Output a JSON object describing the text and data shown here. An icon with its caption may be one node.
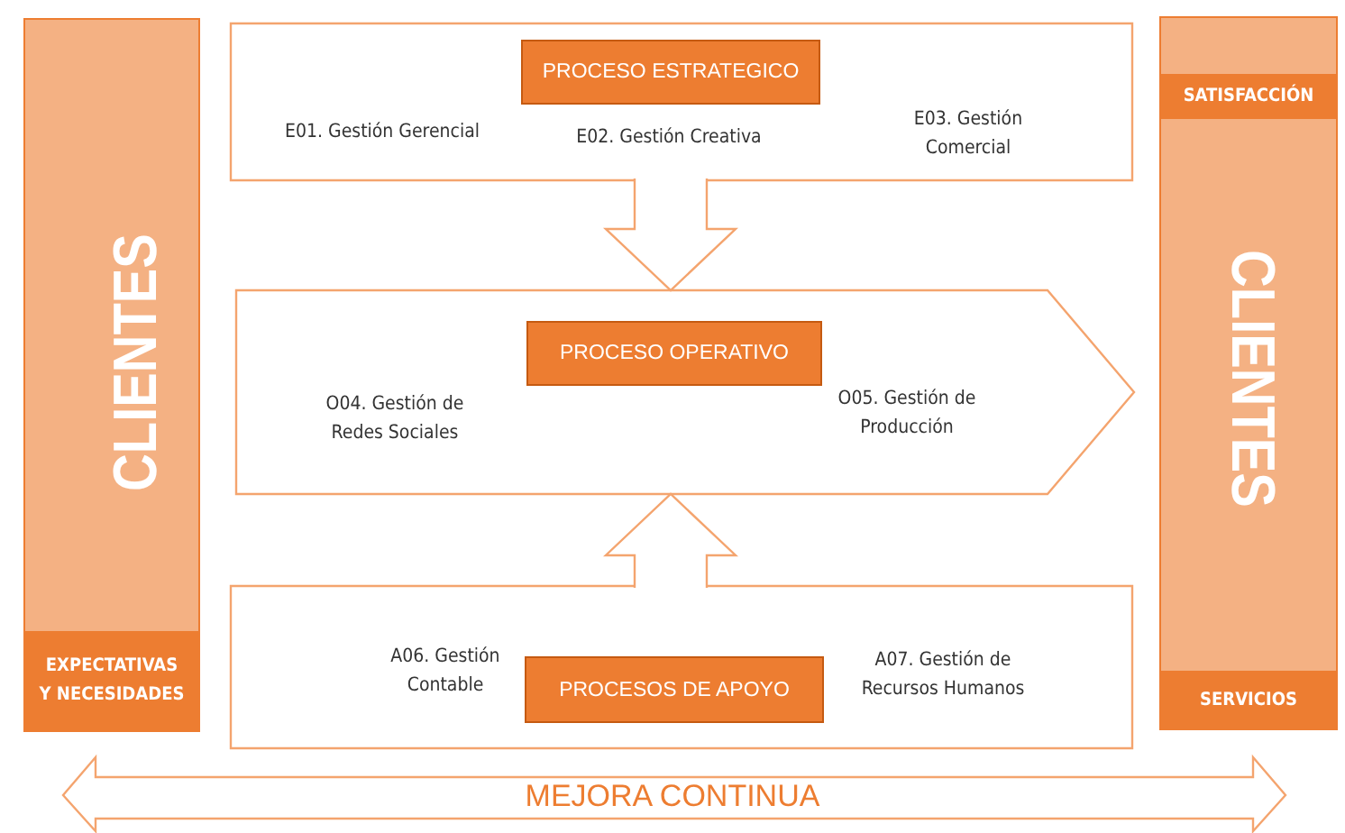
{
  "diagram": {
    "nodes": [
      {
        "text": [
          "CLIENTES"
        ]
      },
      {
        "text": [
          "EXPECTATIVAS Y NECESIDADES"
        ],
        "in": 0
      },
      {
        "text": [
          "E01. Gestión Gerencial",
          "E02. Gestión Creativa",
          "E03. Gestión Comercial"
        ]
      },
      {
        "text": [
          "PROCESO ESTRATEGICO"
        ],
        "in": 2
      },
      {
        "text": [
          "O04. Gestión de Redes Sociales",
          "O05. Gestión de Producción"
        ]
      },
      {
        "text": [
          "PROCESO OPERATIVO"
        ],
        "in": 4
      },
      {
        "text": [
          "A06. Gestión Contable",
          "A07. Gestión de Recursos Humanos"
        ]
      },
      {
        "text": [
          "PROCESOS DE APOYO"
        ],
        "in": 6
      },
      {
        "text": [
          "CLIENTES"
        ]
      },
      {
        "text": [
          "SATISFACCIÓN"
        ],
        "in": 8
      },
      {
        "text": [
          "SERVICIOS"
        ],
        "in": 8
      }
    ],
    "edges": [
      {
        "from": 2,
        "to": 4,
        "arrow": "to"
      },
      {
        "from": 6,
        "to": 4,
        "arrow": "to"
      }
    ],
    "labels": [
      "MEJORA CONTINUA"
    ]
  }
}
